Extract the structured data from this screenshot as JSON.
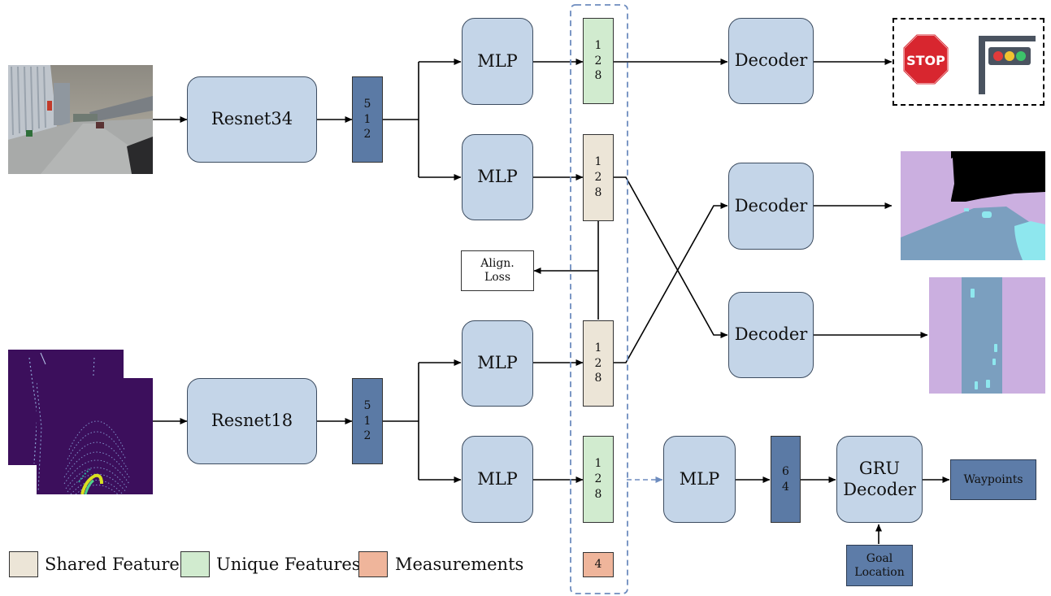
{
  "encoders": {
    "rgb": "Resnet34",
    "lidar": "Resnet18"
  },
  "features": {
    "rgb_dim": "5\n1\n2",
    "lidar_dim": "5\n1\n2",
    "unique_rgb": "1\n2\n8",
    "shared_rgb": "1\n2\n8",
    "shared_lidar": "1\n2\n8",
    "unique_lidar": "1\n2\n8",
    "measurements": "4"
  },
  "heads": {
    "mlp": "MLP",
    "decoder": "Decoder",
    "planning_dim": "6\n4",
    "gru_decoder": "GRU\nDecoder",
    "waypoints": "Waypoints",
    "goal_location": "Goal\nLocation",
    "align_loss": "Align.\nLoss"
  },
  "outputs": {
    "stop_sign_text": "STOP"
  },
  "legend": [
    {
      "label": "Shared Features",
      "color": "#ece5d7"
    },
    {
      "label": "Unique Features",
      "color": "#d1ebcf"
    },
    {
      "label": "Measurements",
      "color": "#efb59b"
    }
  ],
  "colors": {
    "module_fill": "#c4d5e8",
    "vector_dark": "#5b7aa5",
    "dashed_group": "#6d8cbf",
    "segmentation_purple": "#cbafe0",
    "road_blue": "#7b9fbf",
    "lidar_background": "#3c0f5c"
  }
}
